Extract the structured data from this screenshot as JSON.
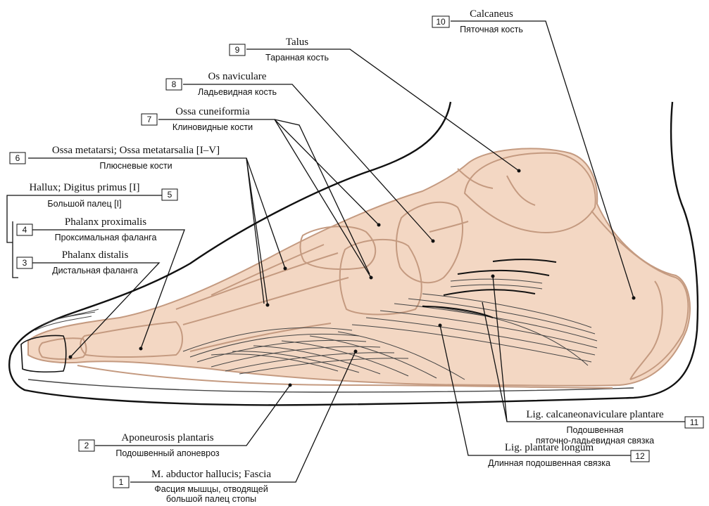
{
  "labels": [
    {
      "num": "1",
      "latin": "M. abductor hallucis; Fascia",
      "russian": "Фасция мышцы, отводящей",
      "russian2": "большой палец стопы"
    },
    {
      "num": "2",
      "latin": "Aponeurosis plantaris",
      "russian": "Подошвенный апоневроз"
    },
    {
      "num": "3",
      "latin": "Phalanx distalis",
      "russian": "Дистальная фаланга"
    },
    {
      "num": "4",
      "latin": "Phalanx proximalis",
      "russian": "Проксимальная фаланга"
    },
    {
      "num": "5",
      "latin": "Hallux; Digitus primus [I]",
      "russian": "Большой палец [I]"
    },
    {
      "num": "6",
      "latin": "Ossa metatarsi; Ossa metatarsalia [I–V]",
      "russian": "Плюсневые кости"
    },
    {
      "num": "7",
      "latin": "Ossa cuneiformia",
      "russian": "Клиновидные кости"
    },
    {
      "num": "8",
      "latin": "Os naviculare",
      "russian": "Ладьевидная кость"
    },
    {
      "num": "9",
      "latin": "Talus",
      "russian": "Таранная кость"
    },
    {
      "num": "10",
      "latin": "Calcaneus",
      "russian": "Пяточная кость"
    },
    {
      "num": "11",
      "latin": "Lig. calcaneonaviculare plantare",
      "russian": "Подошвенная",
      "russian2": "пяточно-ладьевидная связка"
    },
    {
      "num": "12",
      "latin": "Lig. plantare longum",
      "russian": "Длинная подошвенная связка"
    }
  ],
  "colors": {
    "bone": "#f3d7c3",
    "bone_outline": "#c49a80",
    "line": "#111111"
  }
}
